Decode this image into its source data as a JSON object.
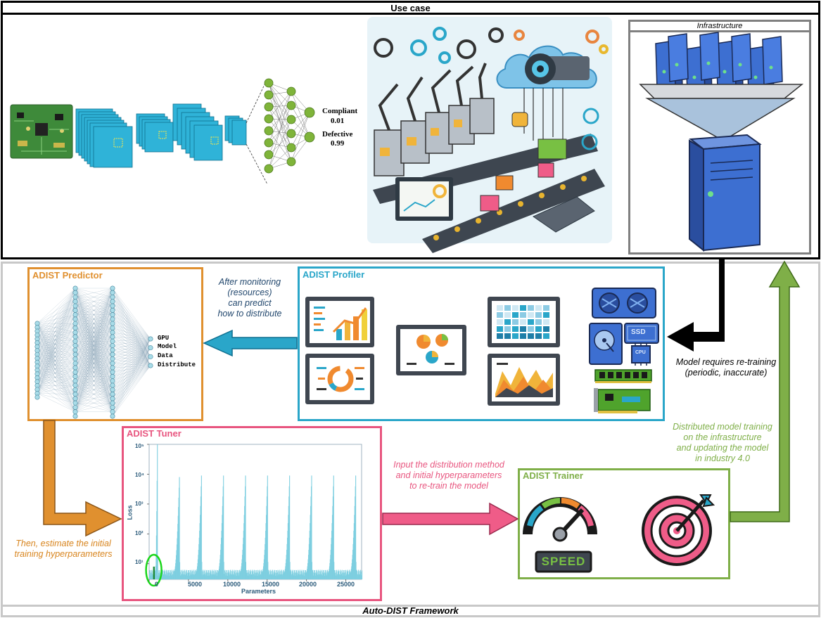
{
  "use_case": {
    "title": "Use case",
    "classifier_outputs": [
      {
        "label": "Compliant",
        "value": "0.01"
      },
      {
        "label": "Defective",
        "value": "0.99"
      }
    ],
    "infrastructure_title": "Infrastructure"
  },
  "framework": {
    "title": "Auto-DIST Framework",
    "predictor": {
      "title": "ADIST Predictor",
      "outputs": [
        "GPU",
        "Model",
        "Data",
        "Distribute"
      ]
    },
    "profiler": {
      "title": "ADIST Profiler",
      "cpu_label": "CPU",
      "ssd_label": "SSD"
    },
    "tuner": {
      "title": "ADIST Tuner",
      "chart_data": {
        "type": "bar",
        "xlabel": "Parameters",
        "ylabel": "Loss",
        "x_ticks": [
          "0",
          "5000",
          "10000",
          "15000",
          "20000",
          "25000"
        ],
        "y_ticks": [
          "10¹",
          "10²",
          "10³",
          "10⁴",
          "10⁵"
        ],
        "y_scale": "log",
        "xlim": [
          0,
          27000
        ],
        "ylim": [
          3,
          100000
        ],
        "baseline": 5,
        "peak_x": [
          1000,
          3800,
          6600,
          9400,
          12200,
          15000,
          17800,
          20600,
          23400,
          26200
        ],
        "peak_values": [
          100000,
          8000,
          9000,
          9000,
          9000,
          9000,
          9000,
          9000,
          9000,
          9000
        ],
        "highlight": {
          "x": 500,
          "value": 8
        }
      }
    },
    "trainer": {
      "title": "ADIST Trainer",
      "speed_label": "SPEED"
    }
  },
  "annotations": {
    "predictor_note": "After monitoring\n(resources)\ncan predict\nhow to distribute",
    "retraining_note": "Model requires re-training\n(periodic, inaccurate)",
    "tuner_note": "Then, estimate the initial\ntraining hyperparameters",
    "trainer_note": "Input the distribution method\nand initial hyperparameters\nto re-train the model",
    "distributed_note": "Distributed model training\non the infrastructure\nand updating the model\nin industry 4.0"
  },
  "colors": {
    "predictor": "#e0902f",
    "profiler": "#2aa6c9",
    "tuner": "#e8557f",
    "trainer": "#7faf48",
    "server": "#3d6fd1",
    "chart": "#7ecfe0",
    "highlight": "#1bd61b"
  }
}
